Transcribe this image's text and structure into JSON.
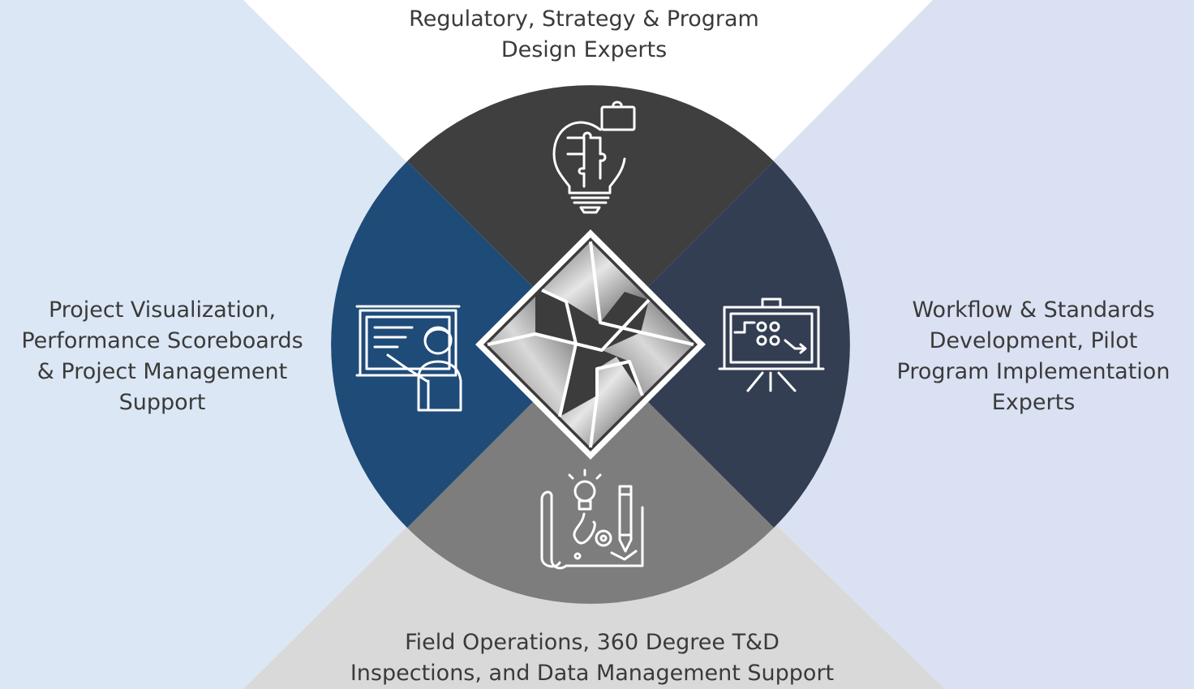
{
  "segments": {
    "top": {
      "label": "Regulatory, Strategy & Program\nDesign Experts",
      "icon": "lightbulb-puzzle-icon",
      "color": "#3f3f3f"
    },
    "right": {
      "label": "Workflow & Standards\nDevelopment, Pilot\nProgram Implementation\nExperts",
      "icon": "easel-flowchart-icon",
      "color": "#333e52"
    },
    "bottom": {
      "label": "Field Operations, 360 Degree T&D\nInspections, and Data Management Support",
      "icon": "blueprint-pencil-icon",
      "color": "#7d7d7d"
    },
    "left": {
      "label": "Project Visualization,\nPerformance Scoreboards\n& Project Management\nSupport",
      "icon": "presenter-whiteboard-icon",
      "color": "#1f4b78"
    }
  },
  "center": {
    "icon": "puzzle-arrows-icon"
  },
  "background": {
    "left": "#dce7f5",
    "right": "#d9e1f2",
    "bottom": "#d9d9d9",
    "top": "#ffffff"
  }
}
